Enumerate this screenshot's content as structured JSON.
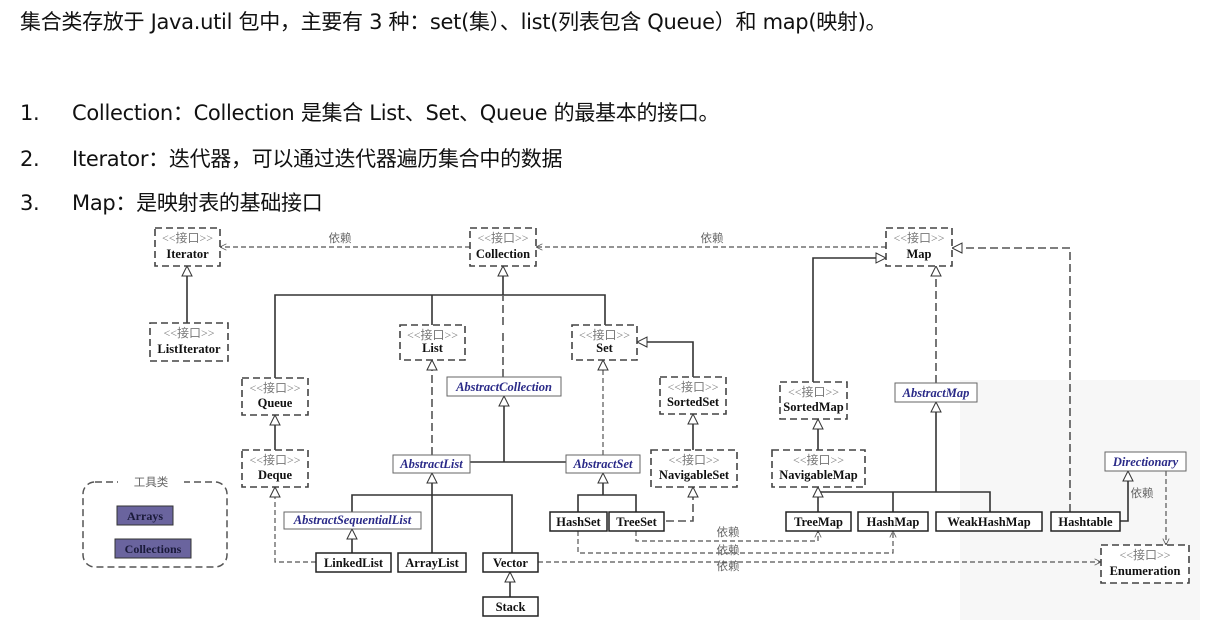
{
  "intro": "集合类存放于 Java.util 包中，主要有 3 种：set(集）、list(列表包含 Queue）和 map(映射)。",
  "list_items": [
    {
      "num": "1.",
      "text": "Collection：Collection 是集合 List、Set、Queue 的最基本的接口。"
    },
    {
      "num": "2.",
      "text": "Iterator：迭代器，可以通过迭代器遍历集合中的数据"
    },
    {
      "num": "3.",
      "text": "Map：是映射表的基础接口"
    }
  ],
  "diagram": {
    "stereotype": "<<接口>>",
    "dependency_label": "依赖",
    "utility_group_label": "工具类",
    "colors": {
      "abstract_text": "#2a2a88",
      "utility_fill": "#6a649e",
      "line": "#333333",
      "dashed": "#555555"
    },
    "interfaces": {
      "iterator": "Iterator",
      "list_iterator": "ListIterator",
      "collection": "Collection",
      "map": "Map",
      "list": "List",
      "set": "Set",
      "queue": "Queue",
      "deque": "Deque",
      "sorted_set": "SortedSet",
      "navigable_set": "NavigableSet",
      "sorted_map": "SortedMap",
      "navigable_map": "NavigableMap",
      "enumeration": "Enumeration"
    },
    "abstract_classes": {
      "abstract_collection": "AbstractCollection",
      "abstract_list": "AbstractList",
      "abstract_set": "AbstractSet",
      "abstract_sequential_list": "AbstractSequentialList",
      "abstract_map": "AbstractMap",
      "directionary": "Directionary"
    },
    "classes": {
      "linked_list": "LinkedList",
      "array_list": "ArrayList",
      "vector": "Vector",
      "stack": "Stack",
      "hash_set": "HashSet",
      "tree_set": "TreeSet",
      "tree_map": "TreeMap",
      "hash_map": "HashMap",
      "weak_hash_map": "WeakHashMap",
      "hashtable": "Hashtable"
    },
    "utilities": {
      "arrays": "Arrays",
      "collections": "Collections"
    }
  }
}
